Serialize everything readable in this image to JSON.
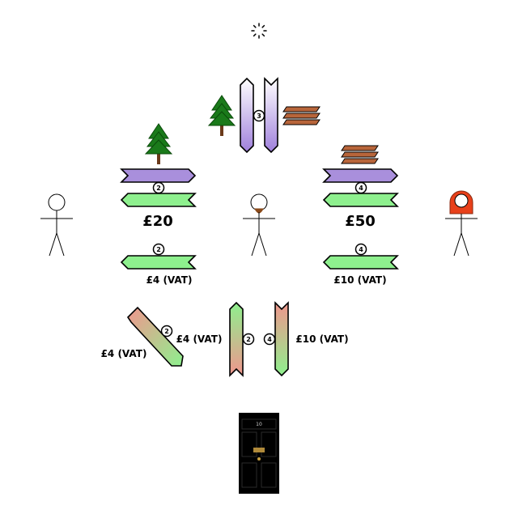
{
  "diagram": {
    "prices": {
      "left": "£20",
      "right": "£50"
    },
    "vat_labels": {
      "left_row": "£4 (VAT)",
      "right_row": "£10 (VAT)",
      "diagonal": "£4 (VAT)",
      "center_left": "£4 (VAT)",
      "center_right": "£10 (VAT)"
    },
    "step_numbers": {
      "center_top": "3",
      "left_top": "2",
      "right_top": "4",
      "left_row": "2",
      "right_row": "4",
      "diagonal": "2",
      "center_left": "2",
      "center_right": "4"
    },
    "door_number": "10",
    "icons": [
      "sun-icon",
      "tree-icon",
      "wood-planks-icon",
      "stick-figure-icon",
      "door-icon"
    ],
    "colors": {
      "goods_arrow": "#a98fdc",
      "money_arrow": "#8ef08e",
      "tax_arrow": "#f0968e",
      "tree": "#1a7a1a",
      "planks": "#b8653a",
      "hat": "#e8401a",
      "beard": "#8b4a1a",
      "door": "#000000"
    }
  }
}
